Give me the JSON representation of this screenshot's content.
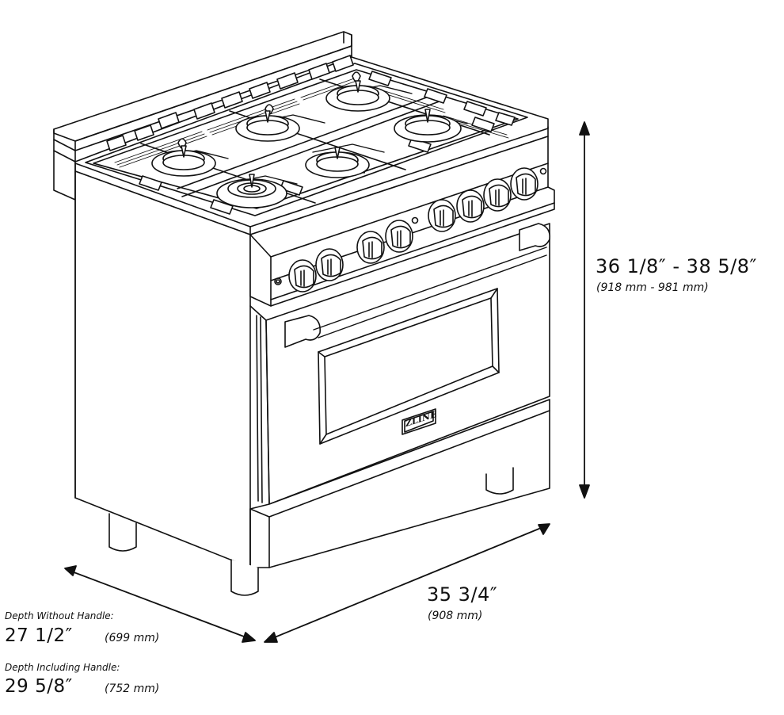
{
  "product": {
    "brand_badge": "ZLINE",
    "burner_count": 6,
    "knob_count": 8
  },
  "dimensions": {
    "height": {
      "imperial": "36 1/8″ - 38 5/8″",
      "metric": "(918 mm - 981 mm)"
    },
    "width": {
      "imperial": "35 3/4″",
      "metric": "(908 mm)"
    },
    "depth_without_handle": {
      "caption": "Depth Without Handle:",
      "imperial": "27 1/2″",
      "metric": "(699 mm)"
    },
    "depth_including_handle": {
      "caption": "Depth Including Handle:",
      "imperial": "29 5/8″",
      "metric": "(752 mm)"
    }
  },
  "colors": {
    "line": "#111111",
    "background": "#ffffff"
  }
}
